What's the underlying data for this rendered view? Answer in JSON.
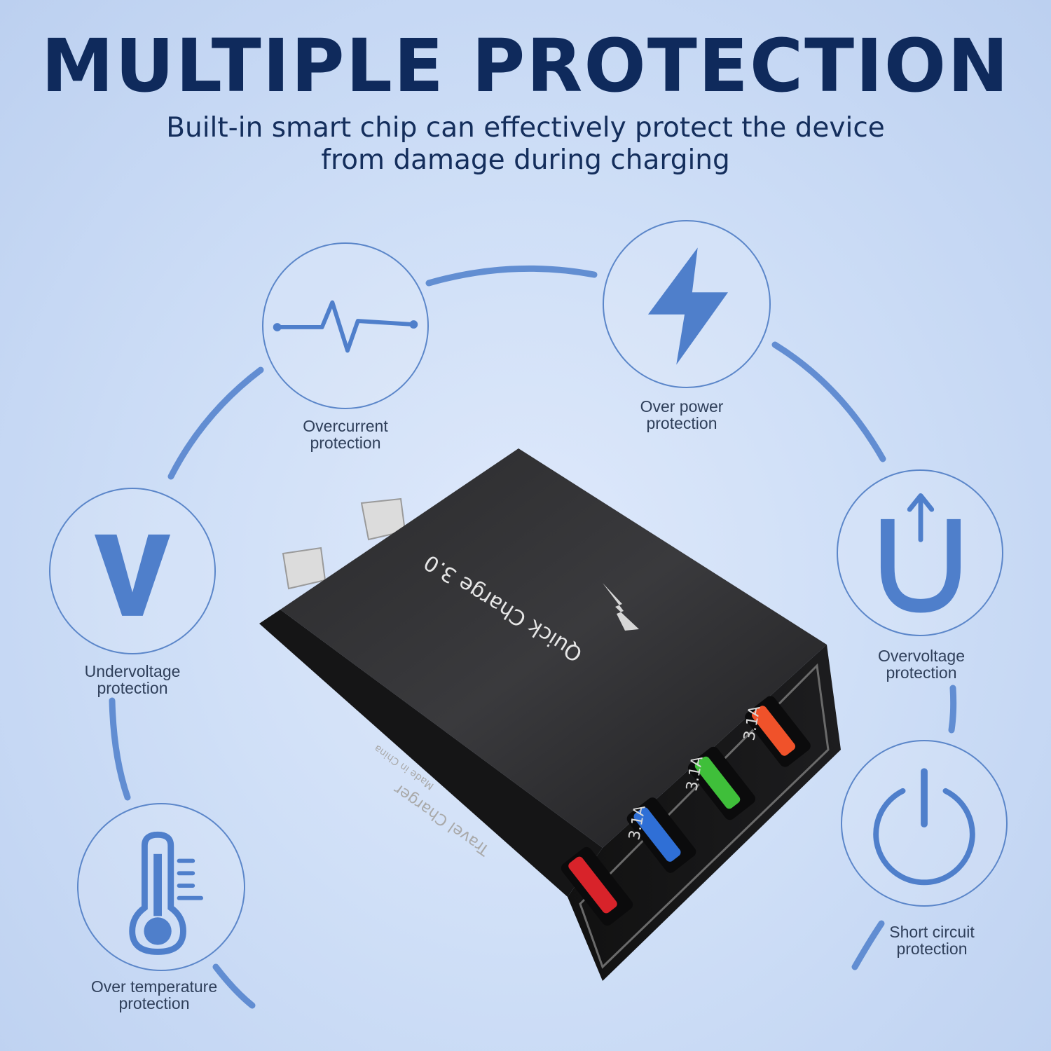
{
  "header": {
    "title": "MULTIPLE PROTECTION",
    "subtitle_line1": "Built-in smart chip can effectively protect the device",
    "subtitle_line2": "from damage during charging"
  },
  "features": {
    "overcurrent": {
      "line1": "Overcurrent",
      "line2": "protection",
      "icon": "pulse-icon"
    },
    "over_power": {
      "line1": "Over power",
      "line2": "protection",
      "icon": "lightning-icon"
    },
    "undervoltage": {
      "line1": "Undervoltage",
      "line2": "protection",
      "icon": "letter-v-icon"
    },
    "overvoltage": {
      "line1": "Overvoltage",
      "line2": "protection",
      "icon": "u-arrow-up-icon"
    },
    "over_temperature": {
      "line1": "Over temperature",
      "line2": "protection",
      "icon": "thermometer-icon"
    },
    "short_circuit": {
      "line1": "Short circuit",
      "line2": "protection",
      "icon": "power-icon"
    }
  },
  "product": {
    "badge": "Quick Charge 3.0",
    "port_rating": "3.1A",
    "label_title": "Travel Charger",
    "origin": "Made in China",
    "port_colors": [
      "#d8232a",
      "#2f6fd6",
      "#3fbf3a",
      "#f0522a"
    ]
  },
  "colors": {
    "title": "#0f2a5c",
    "accent": "#4f7fcb",
    "background": "#cfdff7"
  }
}
